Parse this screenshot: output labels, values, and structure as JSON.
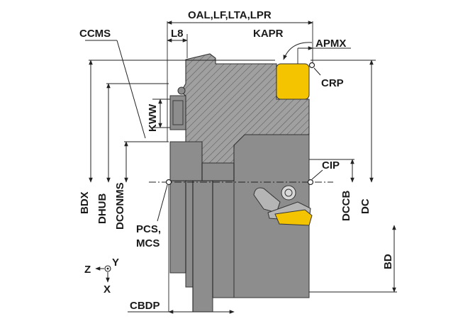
{
  "labels": {
    "oal": "OAL,LF,LTA,LPR",
    "l8": "L8",
    "ccms": "CCMS",
    "kapr": "KAPR",
    "apmx": "APMX",
    "crp": "CRP",
    "kww": "KWW",
    "cip": "CIP",
    "bdx": "BDX",
    "dhub": "DHUB",
    "dconms": "DCONMS",
    "dccb": "DCCB",
    "dc": "DC",
    "bd": "BD",
    "pcs": "PCS,",
    "mcs": "MCS",
    "cbdp": "CBDP",
    "axis_z": "Z",
    "axis_y": "Y",
    "axis_x": "X"
  },
  "colors": {
    "body_gray": "#8d8d8d",
    "section_gray": "#a0a0a0",
    "insert_yellow": "#f5c400",
    "line": "#222222"
  }
}
